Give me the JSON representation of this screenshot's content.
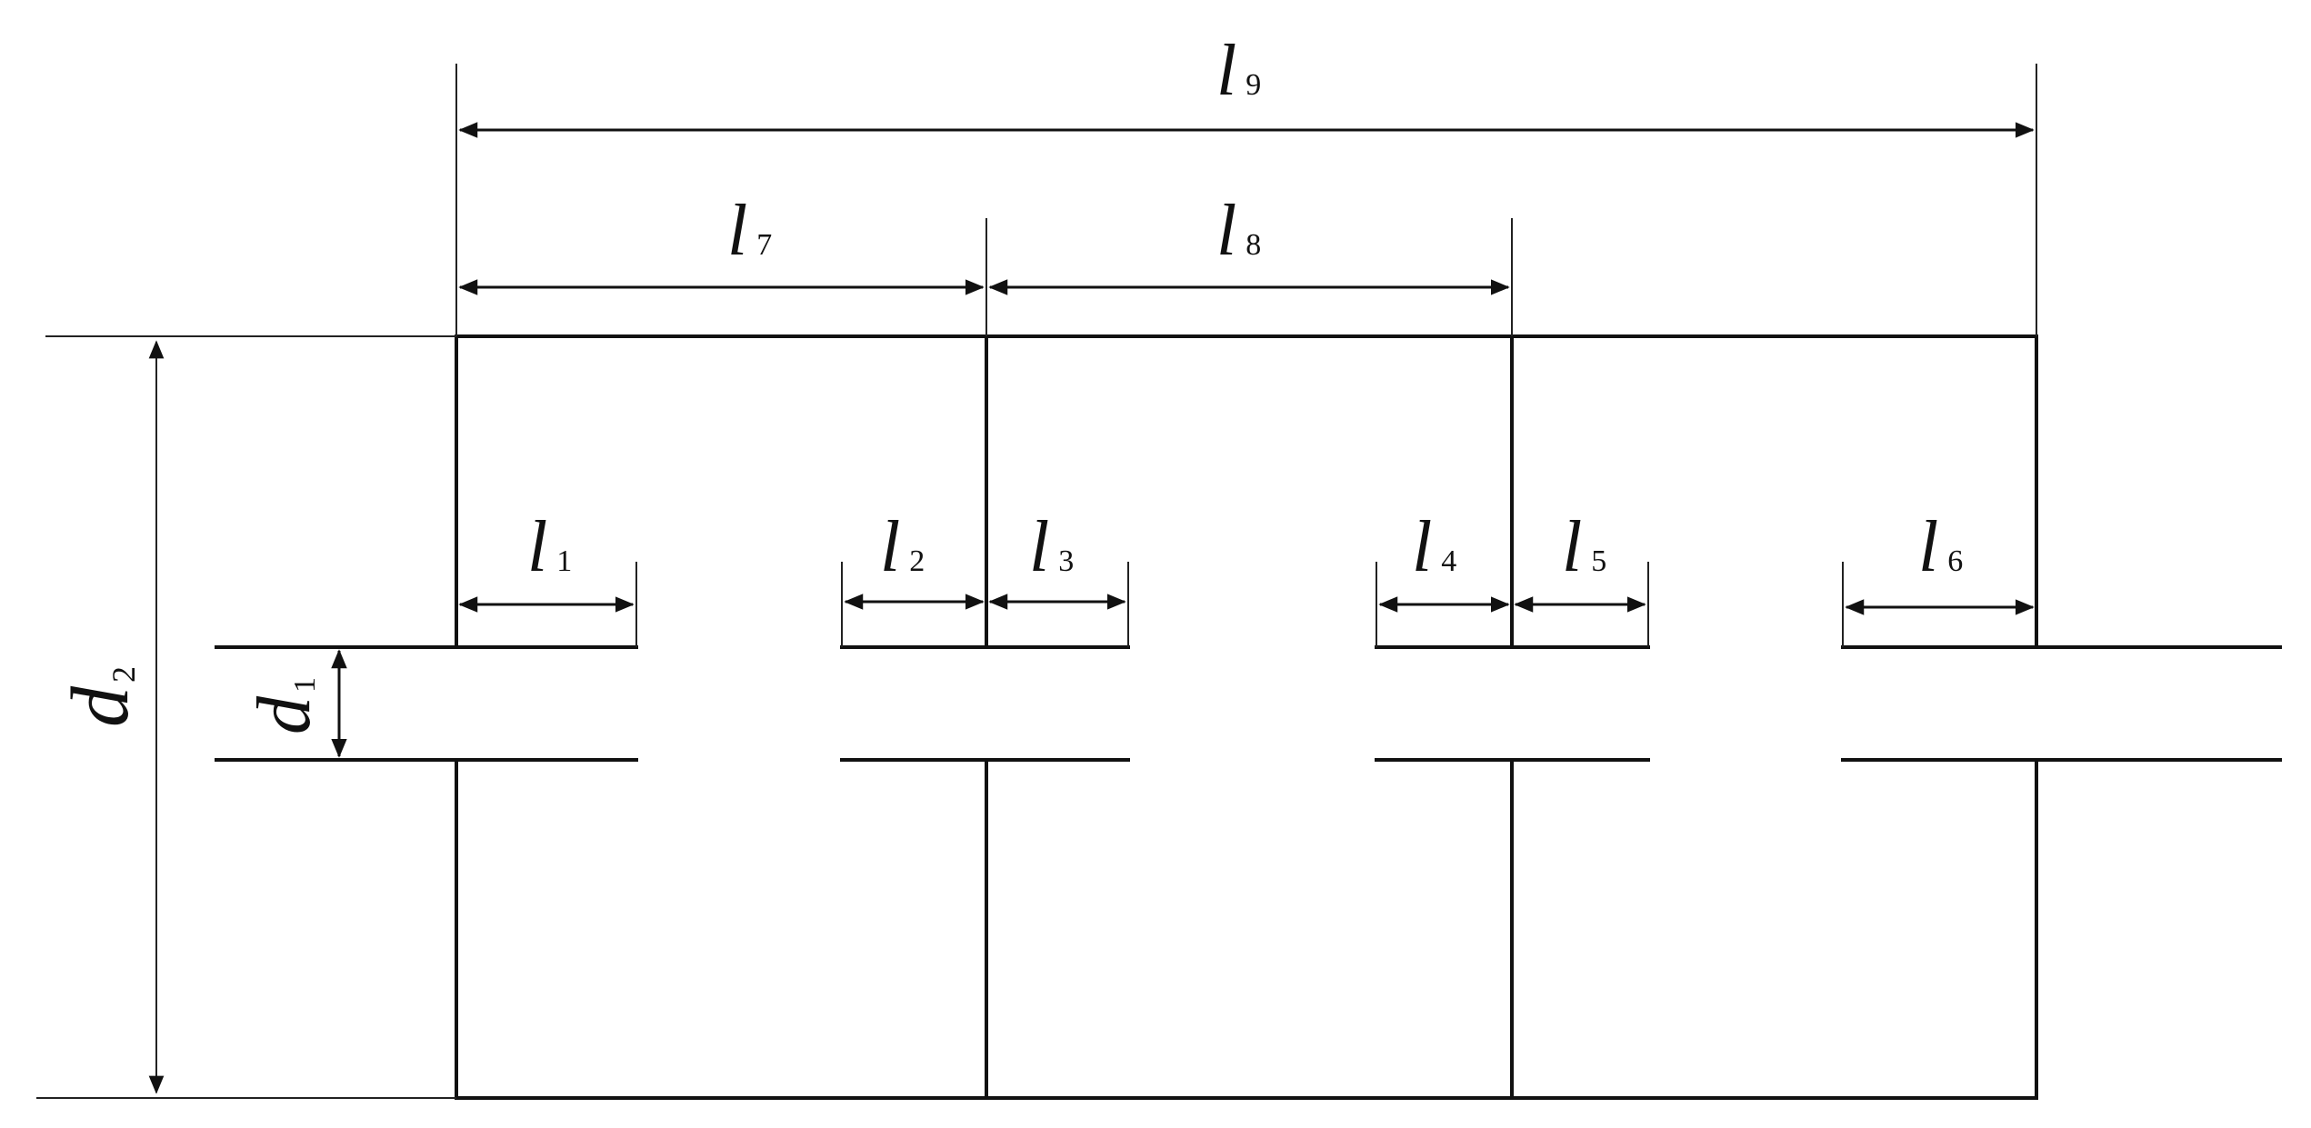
{
  "labels": {
    "l1": {
      "main": "l",
      "sub": "1"
    },
    "l2": {
      "main": "l",
      "sub": "2"
    },
    "l3": {
      "main": "l",
      "sub": "3"
    },
    "l4": {
      "main": "l",
      "sub": "4"
    },
    "l5": {
      "main": "l",
      "sub": "5"
    },
    "l6": {
      "main": "l",
      "sub": "6"
    },
    "l7": {
      "main": "l",
      "sub": "7"
    },
    "l8": {
      "main": "l",
      "sub": "8"
    },
    "l9": {
      "main": "l",
      "sub": "9"
    },
    "d1": {
      "main": "d",
      "sub": "1"
    },
    "d2": {
      "main": "d",
      "sub": "2"
    }
  }
}
